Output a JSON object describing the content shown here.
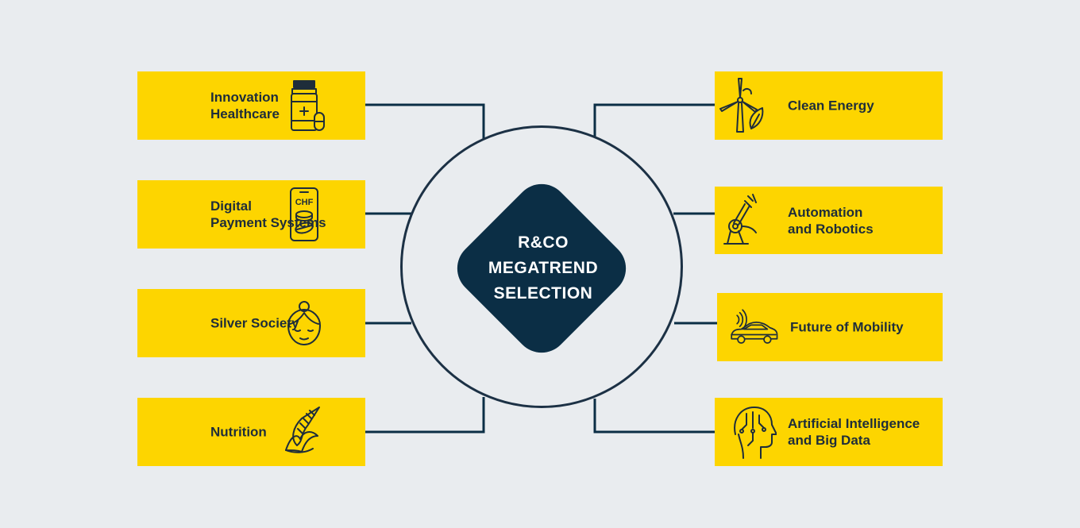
{
  "center": {
    "lines": [
      "R&CO",
      "MEGATREND",
      "SELECTION"
    ]
  },
  "colors": {
    "background": "#e9ecef",
    "card": "#fdd500",
    "navy": "#0b2e45",
    "text": "#1e2d3a"
  },
  "left_trends": [
    {
      "lines": [
        "Innovation",
        "Healthcare"
      ],
      "icon": "medicine-bottle-icon"
    },
    {
      "lines": [
        "Digital",
        "Payment Systems"
      ],
      "icon": "mobile-payment-icon"
    },
    {
      "lines": [
        "Silver Society"
      ],
      "icon": "elderly-face-icon"
    },
    {
      "lines": [
        "Nutrition"
      ],
      "icon": "corn-icon"
    }
  ],
  "right_trends": [
    {
      "lines": [
        "Clean Energy"
      ],
      "icon": "wind-turbine-icon"
    },
    {
      "lines": [
        "Automation",
        "and Robotics"
      ],
      "icon": "robot-arm-icon"
    },
    {
      "lines": [
        "Future of Mobility"
      ],
      "icon": "connected-car-icon"
    },
    {
      "lines": [
        "Artificial Intelligence",
        "and Big Data"
      ],
      "icon": "ai-head-icon"
    }
  ]
}
